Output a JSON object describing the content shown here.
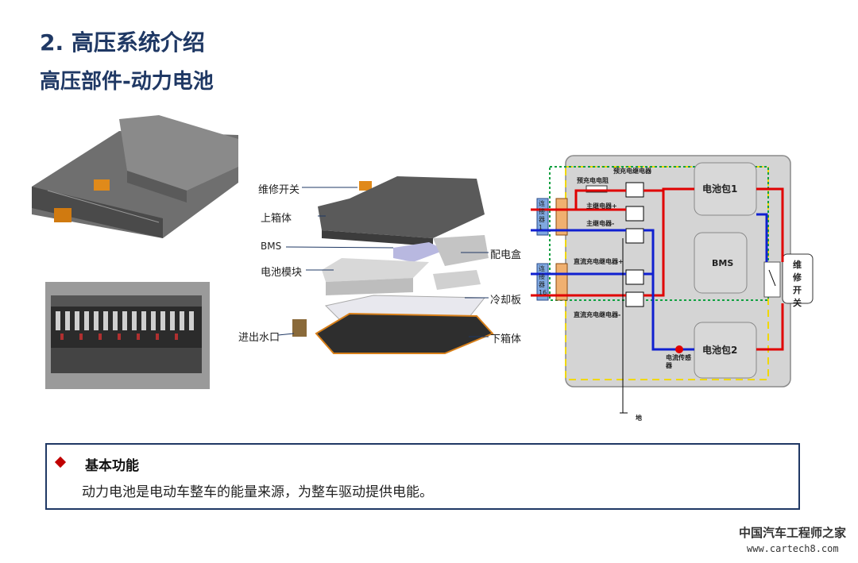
{
  "header": {
    "title": "2. 高压系统介绍",
    "subtitle": "高压部件-动力电池"
  },
  "exploded_labels": {
    "maintenance_switch": "维修开关",
    "upper_box": "上箱体",
    "bms": "BMS",
    "distribution_box": "配电盒",
    "battery_module": "电池模块",
    "cooling_plate": "冷却板",
    "water_inlet_outlet": "进出水口",
    "lower_box": "下箱体"
  },
  "schematic": {
    "precharge_relay": "预充电继电器",
    "precharge_resistor": "预充电电阻",
    "main_relay_plus": "主继电器+",
    "main_relay_minus": "主继电器-",
    "dc_charge_relay_plus": "直流充电继电器+",
    "dc_charge_relay_minus": "直流充电继电器-",
    "pack1": "电池包1",
    "pack2": "电池包2",
    "bms": "BMS",
    "connector1": "连接器1",
    "connector16": "连接器16",
    "current_sensor": "电流传感器",
    "ground": "地",
    "maint_switch": "维修开关"
  },
  "info_box": {
    "heading": "基本功能",
    "text": "动力电池是电动车整车的能量来源，为整车驱动提供电能。"
  },
  "watermark": {
    "line1": "中国汽车工程师之家",
    "line2": "www.cartech8.com"
  },
  "colors": {
    "title": "#1f3864",
    "accent": "#c00000",
    "positive_line": "#e00000",
    "negative_line": "#1020d0"
  }
}
